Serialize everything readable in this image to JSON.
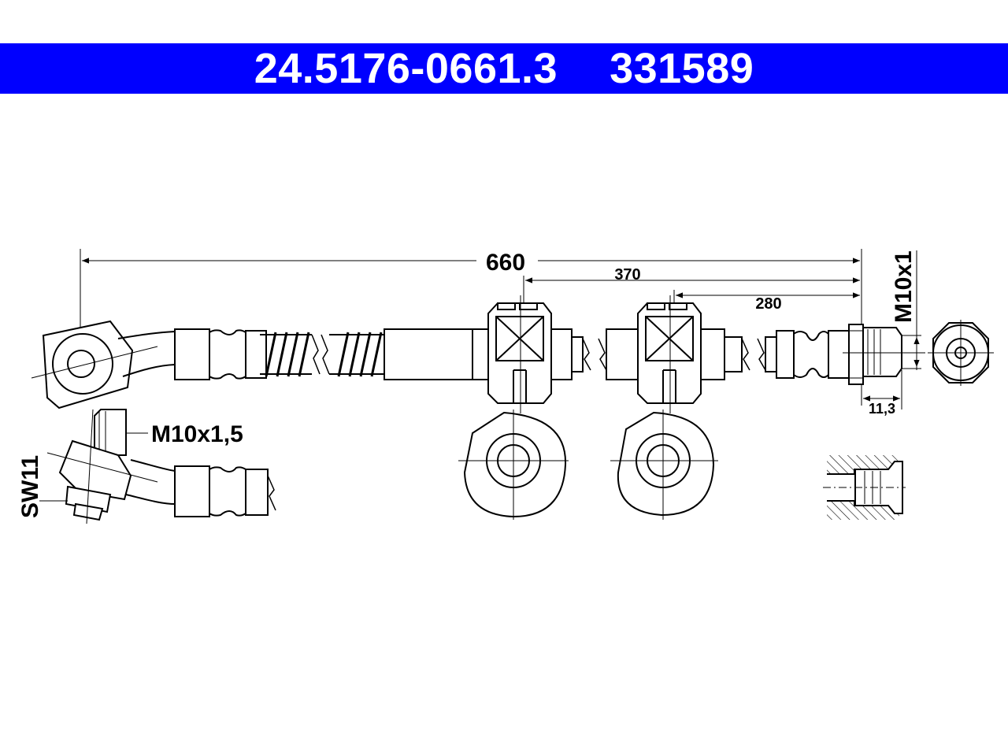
{
  "header": {
    "part_number": "24.5176-0661.3",
    "ref_number": "331589",
    "background_color": "#0000ff",
    "text_color": "#ffffff"
  },
  "dimensions": {
    "overall_length": "660",
    "clip1_distance": "370",
    "clip2_distance": "280",
    "thread_right": "M10x1",
    "thread_left": "M10x1,5",
    "wrench_size": "SW11",
    "thread_length": "11,3"
  },
  "drawing": {
    "line_color": "#000000",
    "fill_color": "#ffffff"
  }
}
